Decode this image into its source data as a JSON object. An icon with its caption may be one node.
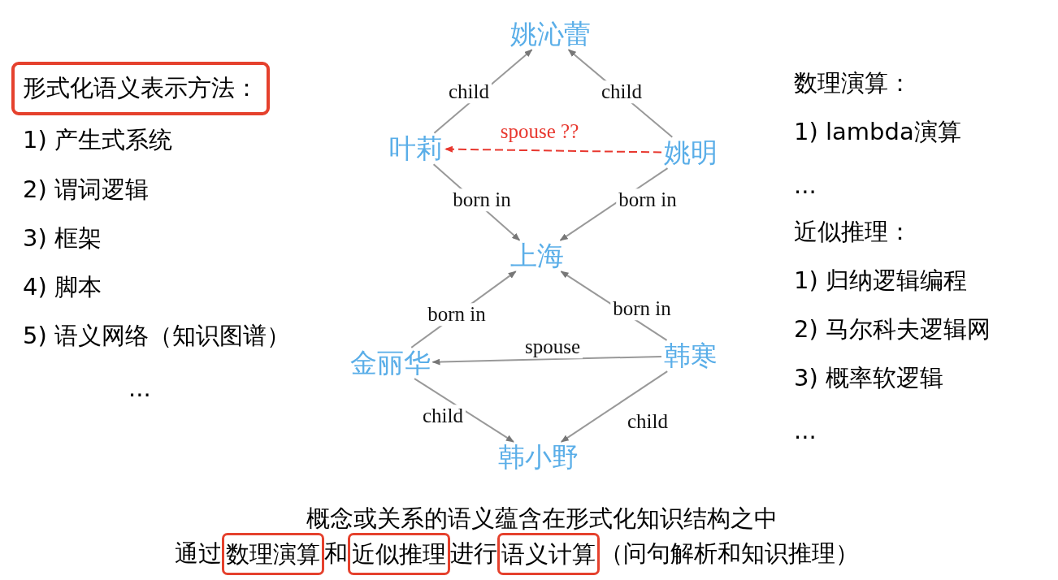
{
  "diagram": {
    "nodes": [
      {
        "text": [
          "姚沁蕾"
        ]
      },
      {
        "text": [
          "叶莉"
        ]
      },
      {
        "text": [
          "姚明"
        ]
      },
      {
        "text": [
          "上海"
        ]
      },
      {
        "text": [
          "金丽华"
        ]
      },
      {
        "text": [
          "韩寒"
        ]
      },
      {
        "text": [
          "韩小野"
        ]
      },
      {
        "text": [
          "形式化语义表示方法："
        ]
      },
      {
        "text": [
          "数理演算"
        ]
      },
      {
        "text": [
          "近似推理"
        ]
      },
      {
        "text": [
          "语义计算"
        ]
      }
    ],
    "edges": [
      {
        "from": 1,
        "to": 0,
        "arrow": "to",
        "label": "child"
      },
      {
        "from": 2,
        "to": 0,
        "arrow": "to",
        "label": "child"
      },
      {
        "from": 2,
        "to": 1,
        "arrow": "to",
        "label": "spouse ??",
        "style": "dashed",
        "color": "#e8382f"
      },
      {
        "from": 1,
        "to": 3,
        "arrow": "to",
        "label": "born in"
      },
      {
        "from": 2,
        "to": 3,
        "arrow": "to",
        "label": "born in"
      },
      {
        "from": 4,
        "to": 3,
        "arrow": "to",
        "label": "born in"
      },
      {
        "from": 5,
        "to": 3,
        "arrow": "to",
        "label": "born in"
      },
      {
        "from": 5,
        "to": 4,
        "arrow": "to",
        "label": "spouse"
      },
      {
        "from": 4,
        "to": 6,
        "arrow": "to",
        "label": "child"
      },
      {
        "from": 5,
        "to": 6,
        "arrow": "to",
        "label": "child"
      }
    ],
    "labels": [
      "1) 产生式系统",
      "2) 谓词逻辑",
      "3) 框架",
      "4) 脚本",
      "5) 语义网络（知识图谱）",
      "...",
      "数理演算：",
      "1) lambda演算",
      "...",
      "近似推理：",
      "1) 归纳逻辑编程",
      "2) 马尔科夫逻辑网",
      "3) 概率软逻辑",
      "...",
      "概念或关系的语义蕴含在形式化知识结构之中",
      "通过",
      "和",
      "进行",
      "（问句解析和知识推理）"
    ]
  }
}
